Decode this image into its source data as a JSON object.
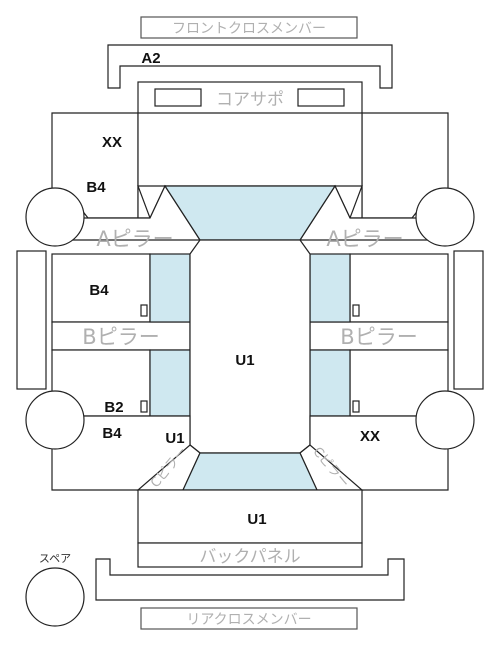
{
  "labels": {
    "front_cross_member": "フロントクロスメンバー",
    "core_support": "コアサポ",
    "a_pillar_left": "Aピラー",
    "a_pillar_right": "Aピラー",
    "b_pillar_left": "Bピラー",
    "b_pillar_right": "Bピラー",
    "back_panel": "バックパネル",
    "rear_cross_member": "リアクロスメンバー",
    "spare": "スペア",
    "c_pillar_left": "Cピラー",
    "c_pillar_right": "Cピラー"
  },
  "codes": {
    "front_member": "A2",
    "front_left_fender": "XX",
    "front_left_door": "B4",
    "left_front_door": "B4",
    "left_rear_door_upper": "B2",
    "left_rear_door_lower": "B4",
    "roof": "U1",
    "rear_left_quarter": "U1",
    "rear_right_quarter": "XX",
    "trunk": "U1"
  },
  "colors": {
    "glass": "#cfe8f0",
    "outline": "#222222",
    "faded_label": "#b0b0b0"
  }
}
